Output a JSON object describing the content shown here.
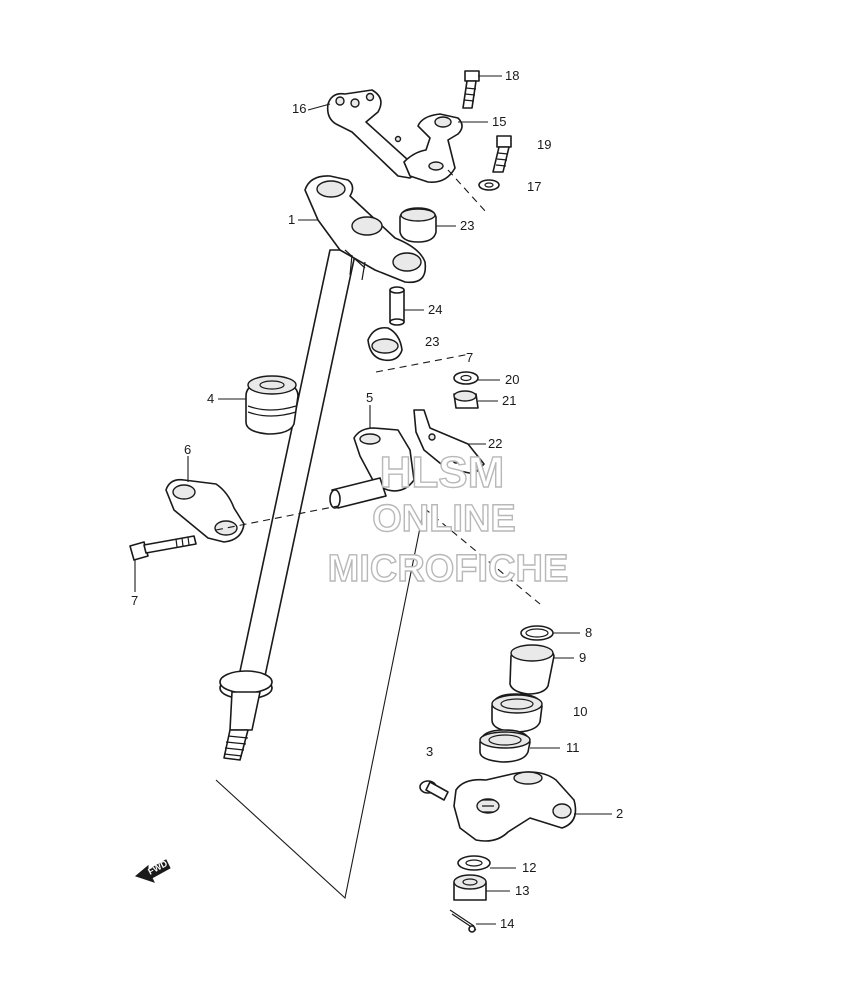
{
  "watermark": {
    "line1": "HLSM",
    "line2": "ONLINE",
    "line3": "MICROFICHE",
    "color": "#b8b8b8"
  },
  "forward_arrow": {
    "label": "FWD"
  },
  "callouts": {
    "c1": "1",
    "c2": "2",
    "c3": "3",
    "c4": "4",
    "c5": "5",
    "c6": "6",
    "c7a": "7",
    "c7b": "7",
    "c8": "8",
    "c9": "9",
    "c10": "10",
    "c11": "11",
    "c12": "12",
    "c13": "13",
    "c14": "14",
    "c15": "15",
    "c16": "16",
    "c17": "17",
    "c18": "18",
    "c19": "19",
    "c20": "20",
    "c21": "21",
    "c22": "22",
    "c23a": "23",
    "c23b": "23",
    "c24": "24"
  }
}
